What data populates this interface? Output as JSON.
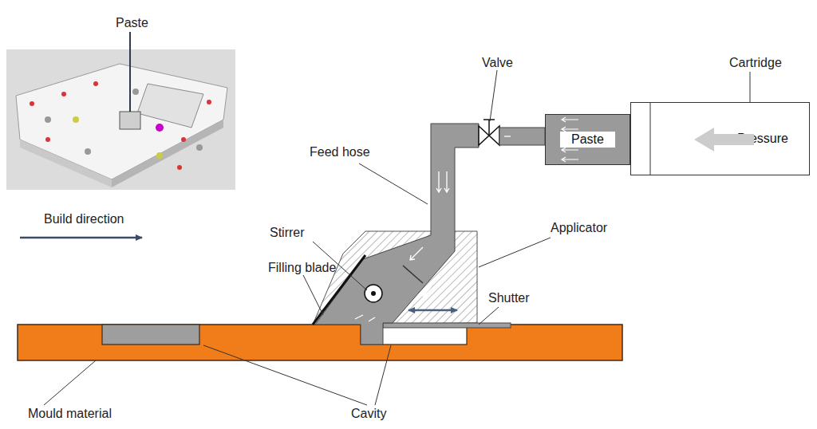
{
  "diagram": {
    "nodes": [
      {
        "text": [
          "Paste"
        ]
      },
      {
        "text": [
          "Pressure"
        ]
      }
    ],
    "labels": [
      "Paste",
      "Valve",
      "Cartridge",
      "Feed hose",
      "Applicator",
      "Stirrer",
      "Build direction",
      "Filling blade",
      "Shutter",
      "Mould material",
      "Cavity"
    ]
  }
}
